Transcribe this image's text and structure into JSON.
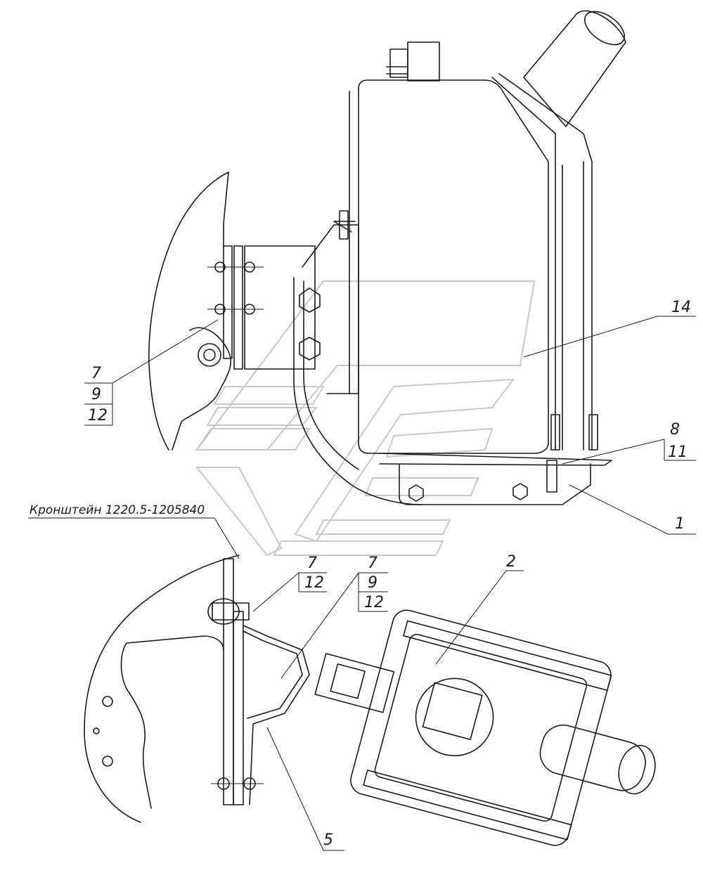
{
  "caption": "Кронштейн  1220.5-1205840",
  "labels": {
    "l14": "14",
    "l8": "8",
    "l11": "11",
    "l1": "1",
    "l2": "2",
    "l5": "5",
    "stackA": [
      "7",
      "9",
      "12"
    ],
    "stackB": [
      "7",
      "12"
    ],
    "stackC": [
      "7",
      "9",
      "12"
    ]
  }
}
